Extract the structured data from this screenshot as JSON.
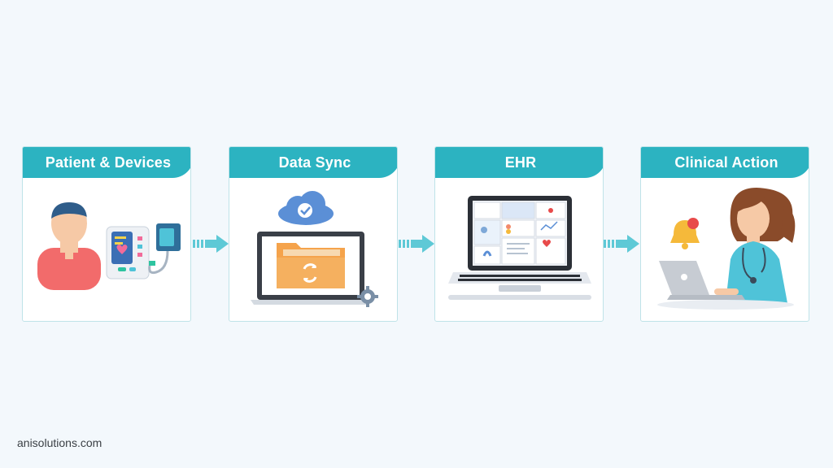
{
  "steps": [
    {
      "title": "Patient & Devices"
    },
    {
      "title": "Data Sync"
    },
    {
      "title": "EHR"
    },
    {
      "title": "Clinical Action"
    }
  ],
  "footer": {
    "site": "anisolutions.com"
  },
  "colors": {
    "accent": "#2cb3c1",
    "arrow": "#5ec9d6",
    "folder": "#f5a34b",
    "cloud": "#5b8fd6",
    "person_shirt": "#f26b6b",
    "nurse_scrubs": "#4fc3d8",
    "bell": "#f5b93a",
    "alert": "#e84a4a"
  }
}
